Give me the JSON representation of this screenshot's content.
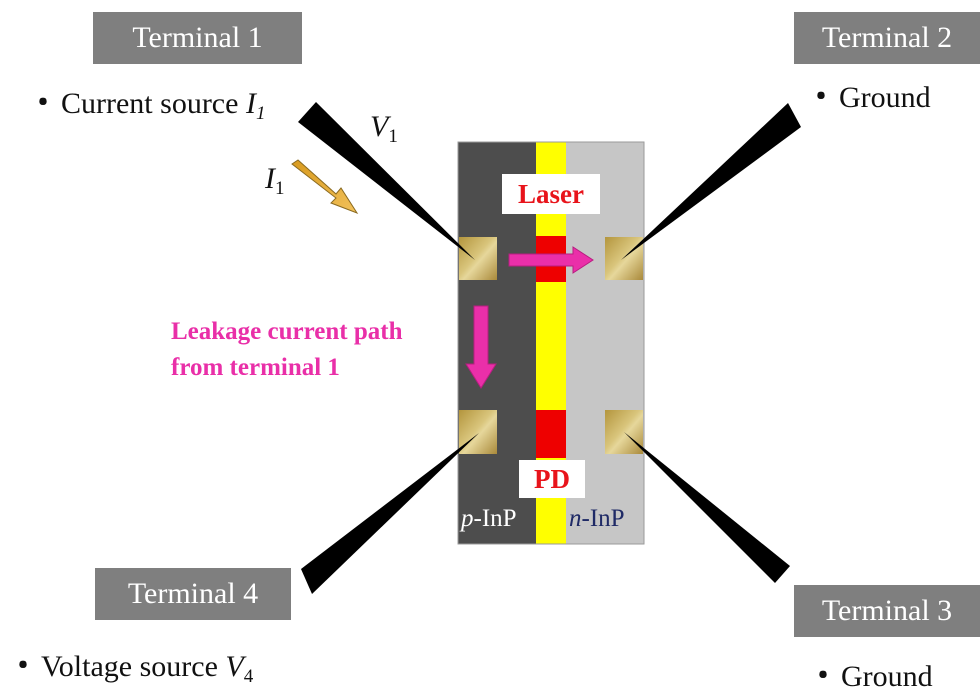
{
  "terminals": {
    "t1": {
      "label": "Terminal 1",
      "role_prefix": "Current source ",
      "role_var": "I",
      "role_sub": "1"
    },
    "t2": {
      "label": "Terminal 2",
      "role": "Ground"
    },
    "t3": {
      "label": "Terminal 3",
      "role": "Ground"
    },
    "t4": {
      "label": "Terminal 4",
      "role_prefix": "Voltage source ",
      "role_var": "V",
      "role_sub": "4"
    }
  },
  "bullet": "・",
  "probe_labels": {
    "v1": {
      "var": "V",
      "sub": "1"
    },
    "i1": {
      "var": "I",
      "sub": "1"
    }
  },
  "device": {
    "laser_label": "Laser",
    "pd_label": "PD",
    "p_side": {
      "italic": "p",
      "rest": "-InP"
    },
    "n_side": {
      "italic": "n",
      "rest": "-InP"
    }
  },
  "leakage_label": [
    "Leakage current path",
    "from terminal 1"
  ],
  "colors": {
    "p_region": "#4d4d4d",
    "n_region": "#c6c6c6",
    "waveguide": "#ffff00",
    "active_red": "#ee0000",
    "pad_gold": "#c8ac52",
    "leak_arrow": "#ea2fa9",
    "current_arrow": "#e3a72a",
    "terminal_box": "#7f7f7f",
    "n_text": "#1f2a66"
  }
}
